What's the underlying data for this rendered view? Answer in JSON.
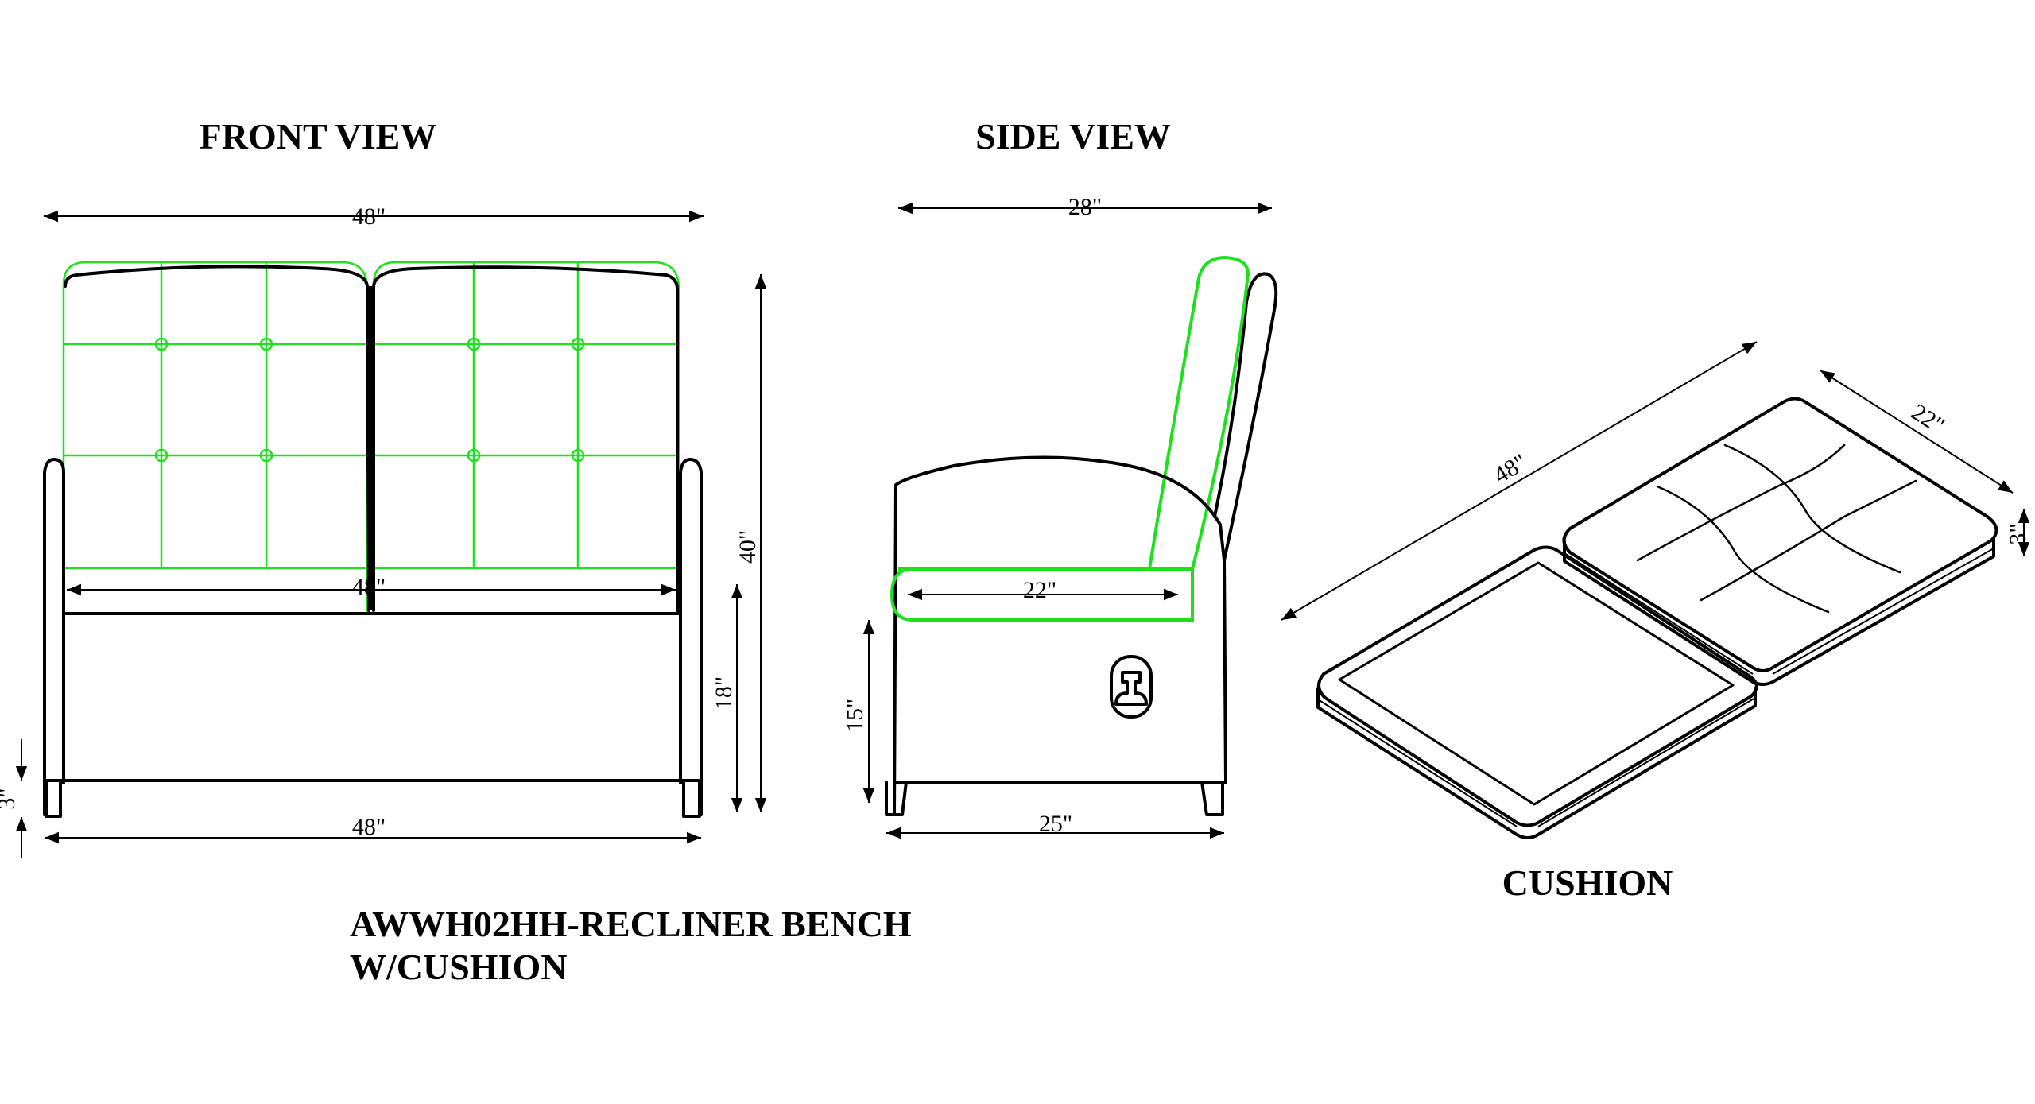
{
  "views": {
    "front": "FRONT  VIEW",
    "side": "SIDE  VIEW",
    "cushion": "CUSHION"
  },
  "product": {
    "line1": "AWWH02HH-RECLINER  BENCH",
    "line2": "W/CUSHION"
  },
  "dims": {
    "front_top_width": "48\"",
    "front_seat_width": "48\"",
    "front_bottom_width": "48\"",
    "front_height": "40\"",
    "front_seat_height": "18\"",
    "front_leg": "3\"",
    "side_top_depth": "28\"",
    "side_seat_depth": "22\"",
    "side_bottom_depth": "25\"",
    "side_arm_height": "15\"",
    "cushion_length": "48\"",
    "cushion_width": "22\"",
    "cushion_thickness": "3\""
  },
  "colors": {
    "line": "#000000",
    "cushion_outline": "#1ee01e"
  }
}
